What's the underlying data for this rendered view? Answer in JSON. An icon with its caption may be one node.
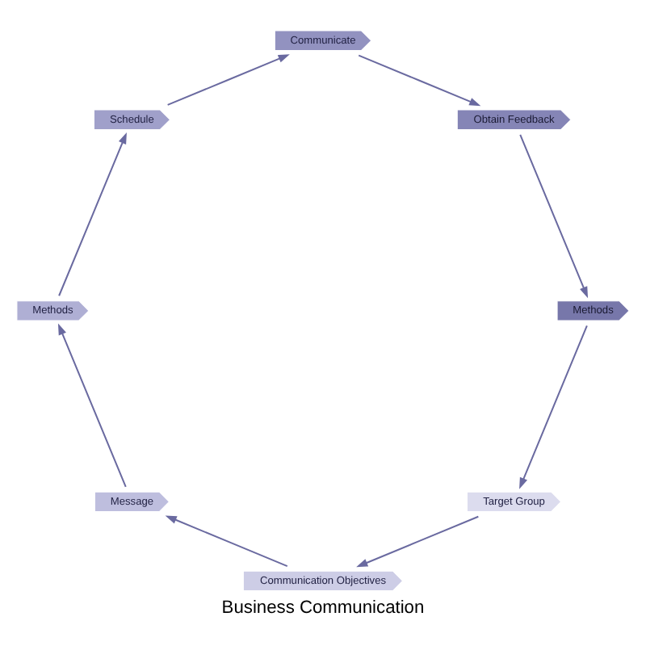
{
  "diagram": {
    "title": "Business Communication",
    "nodes": [
      {
        "text": [
          "Target Group"
        ]
      },
      {
        "text": [
          "Communication Objectives"
        ]
      },
      {
        "text": [
          "Message"
        ]
      },
      {
        "text": [
          "Methods"
        ]
      },
      {
        "text": [
          "Schedule"
        ]
      },
      {
        "text": [
          "Communicate"
        ]
      },
      {
        "text": [
          "Obtain Feedback"
        ]
      },
      {
        "text": [
          "Methods"
        ]
      }
    ],
    "edges": [
      {
        "from": 0,
        "to": 1,
        "arrow": "to"
      },
      {
        "from": 1,
        "to": 2,
        "arrow": "to"
      },
      {
        "from": 2,
        "to": 3,
        "arrow": "to"
      },
      {
        "from": 3,
        "to": 4,
        "arrow": "to"
      },
      {
        "from": 4,
        "to": 5,
        "arrow": "to"
      },
      {
        "from": 5,
        "to": 6,
        "arrow": "to"
      },
      {
        "from": 6,
        "to": 7,
        "arrow": "to"
      },
      {
        "from": 7,
        "to": 0,
        "arrow": "to"
      }
    ]
  }
}
